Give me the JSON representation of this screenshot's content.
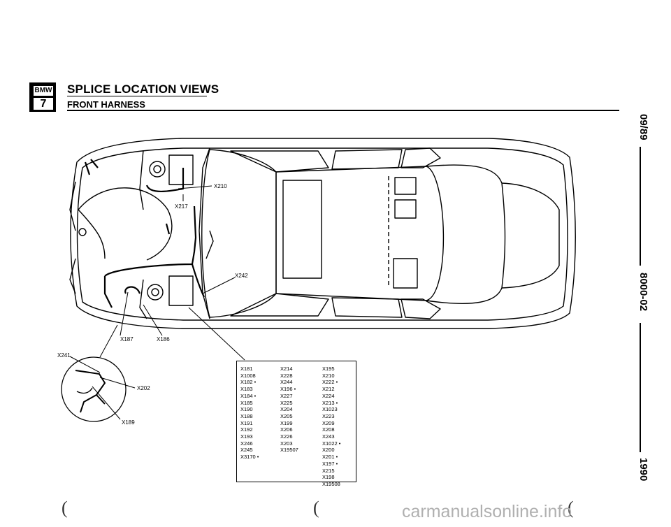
{
  "header": {
    "logo_brand": "BMW",
    "logo_series": "7",
    "title": "SPLICE LOCATION VIEWS",
    "subtitle": "FRONT HARNESS"
  },
  "side": {
    "date": "09/89",
    "doc_number": "8000-02",
    "year": "1990"
  },
  "labels": {
    "x210": "X210",
    "x217": "X217",
    "x242": "X242",
    "x187": "X187",
    "x186": "X186",
    "x241": "X241",
    "x202": "X202",
    "x189": "X189"
  },
  "splice_table": {
    "col1": [
      "X181",
      "X1008",
      "X182 •",
      "X183",
      "X184 •",
      "X185",
      "X190",
      "X188",
      "X191",
      "X192",
      "X193",
      "X246",
      "X245",
      "X3170 •"
    ],
    "col2": [
      "X214",
      "X228",
      "X244",
      "X196 •",
      "X227",
      "X225",
      "X204",
      "X205",
      "X199",
      "X206",
      "X226",
      "X203",
      "X19507"
    ],
    "col3": [
      "X195",
      "X210",
      "X222 •",
      "X212",
      "X224",
      "X213 •",
      "X1023",
      "X223",
      "X209",
      "X208",
      "X243",
      "X1022 •",
      "X200",
      "X201 •",
      "X197 •",
      "X215",
      "X198",
      "X19508"
    ]
  },
  "footer": {
    "watermark": "carmanualsonline.info",
    "paren1": "(",
    "paren2": "(",
    "paren3": "("
  }
}
